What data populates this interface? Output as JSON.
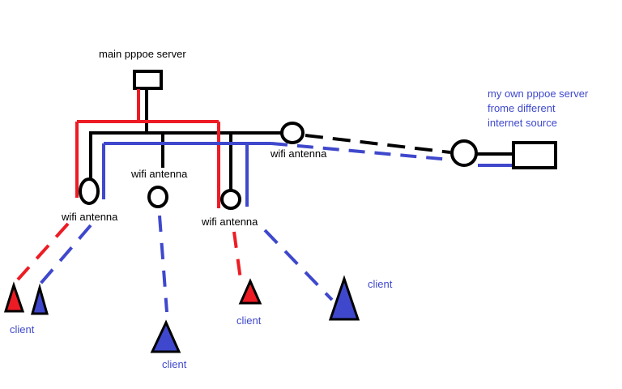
{
  "colors": {
    "black": "#000000",
    "red": "#ed1c24",
    "blue": "#3f48cc"
  },
  "labels": {
    "main_server": "main pppoe server",
    "own_server": [
      "my own pppoe server",
      "frome different",
      "internet source"
    ],
    "antenna_top": "wifi antenna",
    "antenna_middle": "wifi antenna",
    "antenna_left": "wifi antenna",
    "antenna_right": "wifi antenna",
    "client_1": "client",
    "client_2": "client",
    "client_3": "client",
    "client_4": "client"
  }
}
